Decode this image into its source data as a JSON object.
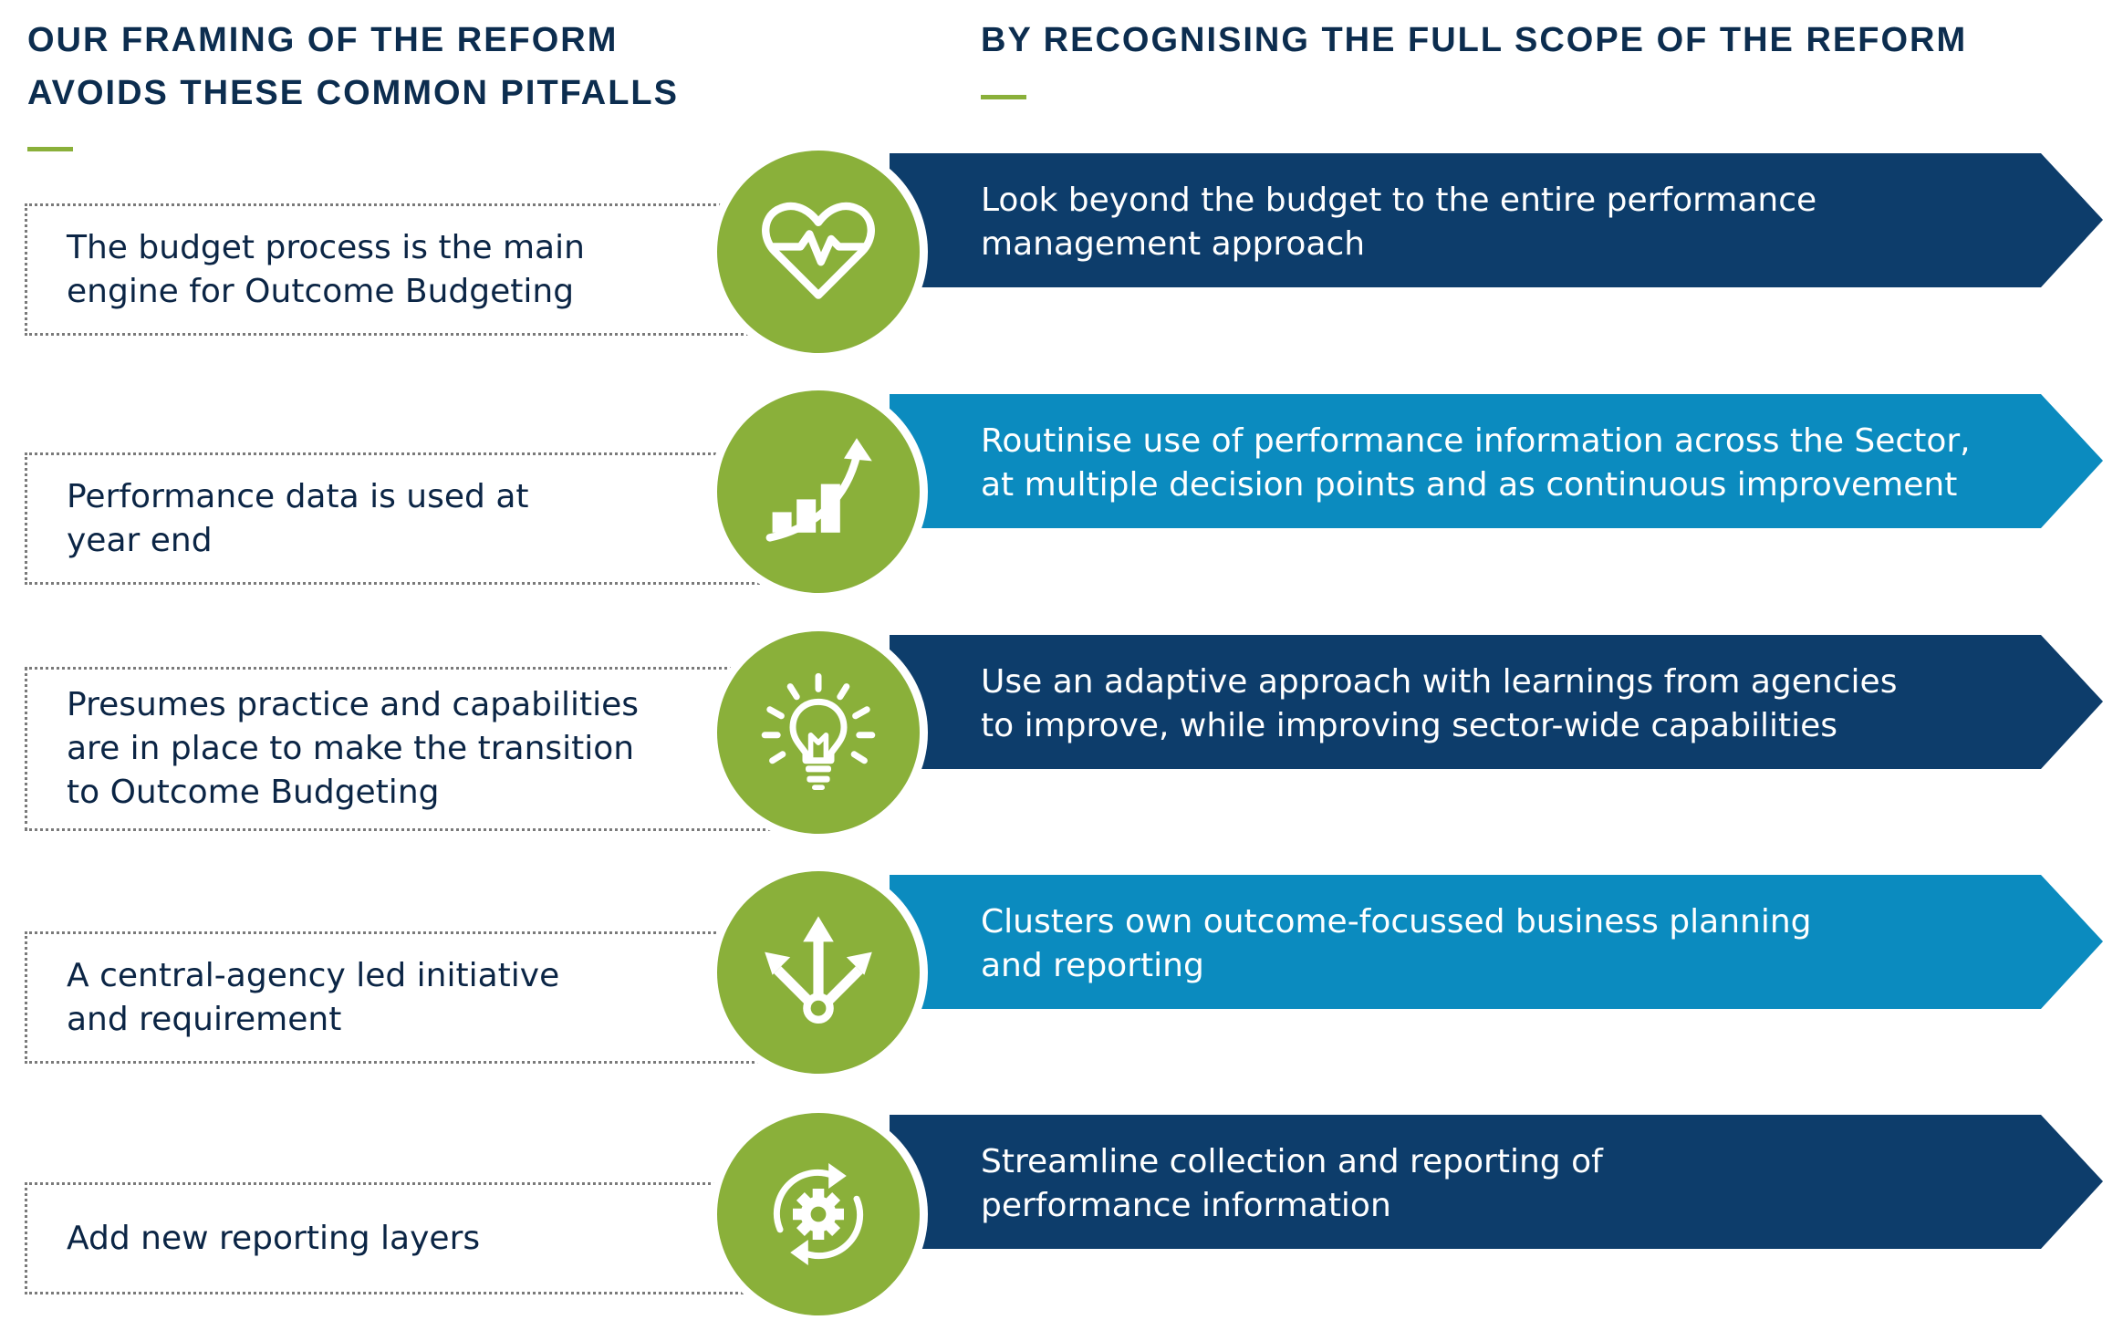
{
  "headings": {
    "left": [
      "OUR FRAMING OF THE REFORM",
      "AVOIDS THESE COMMON PITFALLS"
    ],
    "right": [
      "BY RECOGNISING THE FULL SCOPE OF THE REFORM"
    ]
  },
  "colors": {
    "green": "#8ab03a",
    "navy": "#0d3d6b",
    "blue": "#0b8bbf",
    "heading": "#0c2d4f"
  },
  "rows": [
    {
      "icon": "heart-pulse-icon",
      "pitfall": [
        "The budget process is the main",
        "engine for Outcome Budgeting"
      ],
      "scope": [
        "Look beyond the budget to the entire performance",
        "management approach"
      ]
    },
    {
      "icon": "growth-chart-icon",
      "pitfall": [
        "Performance data is used at",
        "year end"
      ],
      "scope": [
        "Routinise use of performance information across the Sector,",
        "at multiple decision points and as continuous improvement"
      ]
    },
    {
      "icon": "lightbulb-icon",
      "pitfall": [
        "Presumes practice and capabilities",
        "are in place to make the transition",
        "to Outcome Budgeting"
      ],
      "scope": [
        "Use an adaptive approach with learnings from agencies",
        "to improve, while improving sector-wide capabilities"
      ]
    },
    {
      "icon": "split-arrows-icon",
      "pitfall": [
        "A central-agency led initiative",
        "and requirement"
      ],
      "scope": [
        "Clusters own outcome-focussed business planning",
        "and reporting"
      ]
    },
    {
      "icon": "gear-cycle-icon",
      "pitfall": [
        "Add new reporting layers"
      ],
      "scope": [
        "Streamline collection and reporting of",
        "performance information"
      ]
    }
  ]
}
